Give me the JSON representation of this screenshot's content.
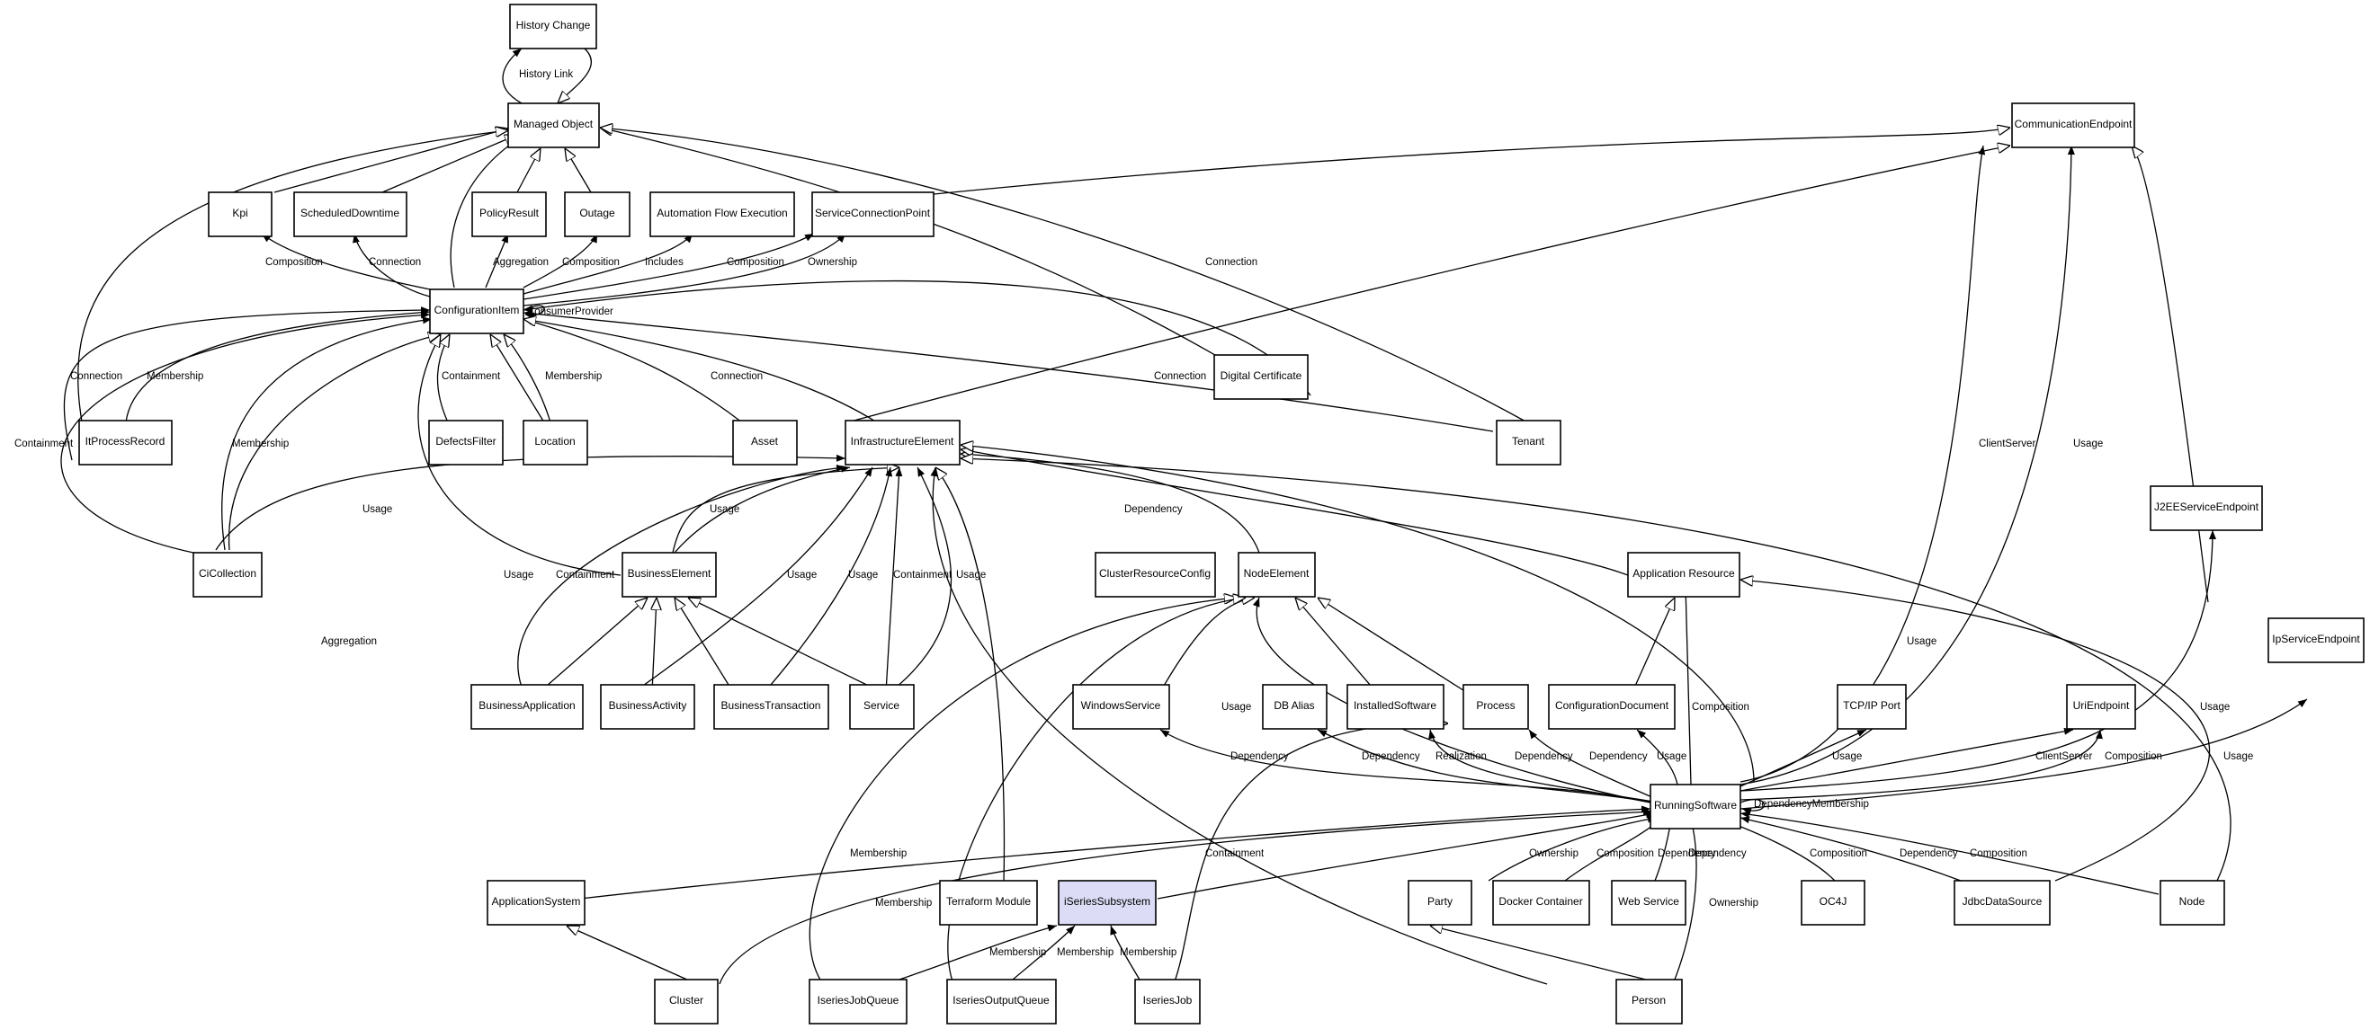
{
  "nodes": [
    {
      "id": "history_change",
      "label": "History Change"
    },
    {
      "id": "managed_object",
      "label": "Managed Object"
    },
    {
      "id": "communication_endpoint",
      "label": "CommunicationEndpoint"
    },
    {
      "id": "kpi",
      "label": "Kpi"
    },
    {
      "id": "scheduled_downtime",
      "label": "ScheduledDowntime"
    },
    {
      "id": "policy_result",
      "label": "PolicyResult"
    },
    {
      "id": "outage",
      "label": "Outage"
    },
    {
      "id": "automation_flow_execution",
      "label": "Automation Flow Execution"
    },
    {
      "id": "service_connection_point",
      "label": "ServiceConnectionPoint"
    },
    {
      "id": "configuration_item",
      "label": "ConfigurationItem"
    },
    {
      "id": "digital_certificate",
      "label": "Digital Certificate"
    },
    {
      "id": "it_process_record",
      "label": "ItProcessRecord"
    },
    {
      "id": "defects_filter",
      "label": "DefectsFilter"
    },
    {
      "id": "location",
      "label": "Location"
    },
    {
      "id": "asset",
      "label": "Asset"
    },
    {
      "id": "infrastructure_element",
      "label": "InfrastructureElement"
    },
    {
      "id": "tenant",
      "label": "Tenant"
    },
    {
      "id": "j2ee_service_endpoint",
      "label": "J2EEServiceEndpoint"
    },
    {
      "id": "ci_collection",
      "label": "CiCollection"
    },
    {
      "id": "business_element",
      "label": "BusinessElement"
    },
    {
      "id": "cluster_resource_config",
      "label": "ClusterResourceConfig"
    },
    {
      "id": "node_element",
      "label": "NodeElement"
    },
    {
      "id": "application_resource",
      "label": "Application Resource"
    },
    {
      "id": "ip_service_endpoint",
      "label": "IpServiceEndpoint"
    },
    {
      "id": "business_application",
      "label": "BusinessApplication"
    },
    {
      "id": "business_activity",
      "label": "BusinessActivity"
    },
    {
      "id": "business_transaction",
      "label": "BusinessTransaction"
    },
    {
      "id": "service",
      "label": "Service"
    },
    {
      "id": "windows_service",
      "label": "WindowsService"
    },
    {
      "id": "db_alias",
      "label": "DB Alias"
    },
    {
      "id": "installed_software",
      "label": "InstalledSoftware"
    },
    {
      "id": "process",
      "label": "Process"
    },
    {
      "id": "configuration_document",
      "label": "ConfigurationDocument"
    },
    {
      "id": "tcpip_port",
      "label": "TCP/IP Port"
    },
    {
      "id": "uri_endpoint",
      "label": "UriEndpoint"
    },
    {
      "id": "running_software",
      "label": "RunningSoftware"
    },
    {
      "id": "application_system",
      "label": "ApplicationSystem"
    },
    {
      "id": "terraform_module",
      "label": "Terraform Module"
    },
    {
      "id": "iseries_subsystem",
      "label": "iSeriesSubsystem"
    },
    {
      "id": "party",
      "label": "Party"
    },
    {
      "id": "docker_container",
      "label": "Docker Container"
    },
    {
      "id": "web_service",
      "label": "Web Service"
    },
    {
      "id": "oc4j",
      "label": "OC4J"
    },
    {
      "id": "jdbc_data_source",
      "label": "JdbcDataSource"
    },
    {
      "id": "node",
      "label": "Node"
    },
    {
      "id": "cluster",
      "label": "Cluster"
    },
    {
      "id": "iseries_job_queue",
      "label": "IseriesJobQueue"
    },
    {
      "id": "iseries_output_queue",
      "label": "IseriesOutputQueue"
    },
    {
      "id": "iseries_job",
      "label": "IseriesJob"
    },
    {
      "id": "person",
      "label": "Person"
    }
  ],
  "edge_labels": [
    "History Link",
    "Composition",
    "Connection",
    "Aggregation",
    "Composition",
    "Includes",
    "Composition",
    "Ownership",
    "ConsumerProvider",
    "Connection",
    "Membership",
    "Containment",
    "Membership",
    "Connection",
    "Connection",
    "Connection",
    "Containment",
    "Membership",
    "Usage",
    "Usage",
    "Dependency",
    "ClientServer",
    "Usage",
    "Usage",
    "Containment",
    "Usage",
    "Usage",
    "Containment",
    "Usage",
    "Aggregation",
    "Usage",
    "Dependency",
    "Dependency",
    "Realization",
    "Dependency",
    "Dependency",
    "Usage",
    "Composition",
    "Usage",
    "Usage",
    "ClientServer",
    "Composition",
    "Usage",
    "Usage",
    "DependencyMembership",
    "Membership",
    "Containment",
    "Ownership",
    "Composition",
    "Dependency",
    "Dependency",
    "Composition",
    "Dependency",
    "Composition",
    "Membership",
    "Membership",
    "Membership",
    "Membership",
    "Ownership"
  ]
}
